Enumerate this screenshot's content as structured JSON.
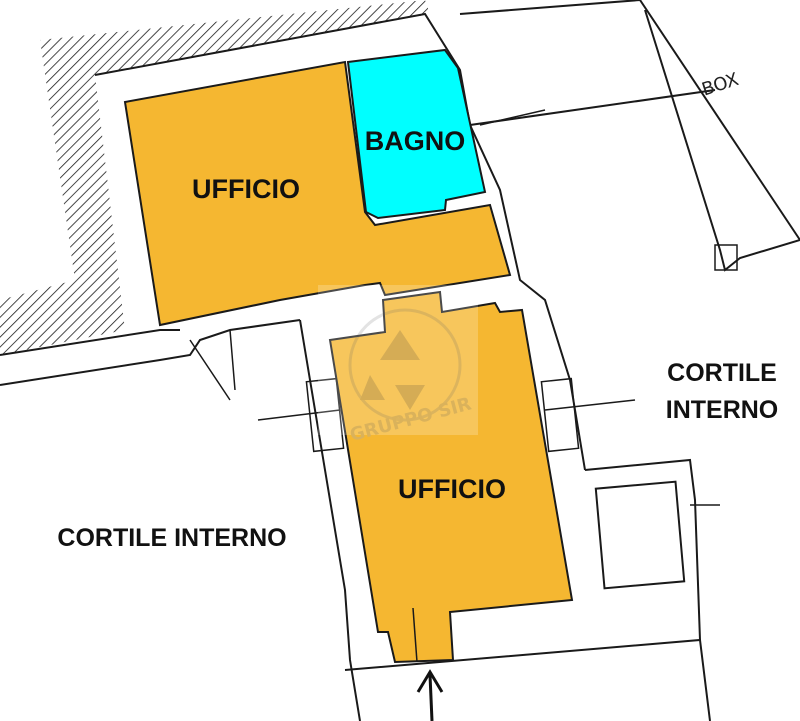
{
  "plan": {
    "rooms": [
      {
        "id": "office-upper",
        "label": "UFFICIO",
        "color": "#f5b731"
      },
      {
        "id": "bathroom",
        "label": "BAGNO",
        "color": "#00ffff"
      },
      {
        "id": "office-lower",
        "label": "UFFICIO",
        "color": "#f5b731"
      }
    ],
    "areas": {
      "box": "BOX",
      "courtyard_left": "CORTILE INTERNO",
      "courtyard_right_line1": "CORTILE",
      "courtyard_right_line2": "INTERNO"
    },
    "watermark": "GRUPPO SIR",
    "hatch_color": "#1a1a1a"
  }
}
